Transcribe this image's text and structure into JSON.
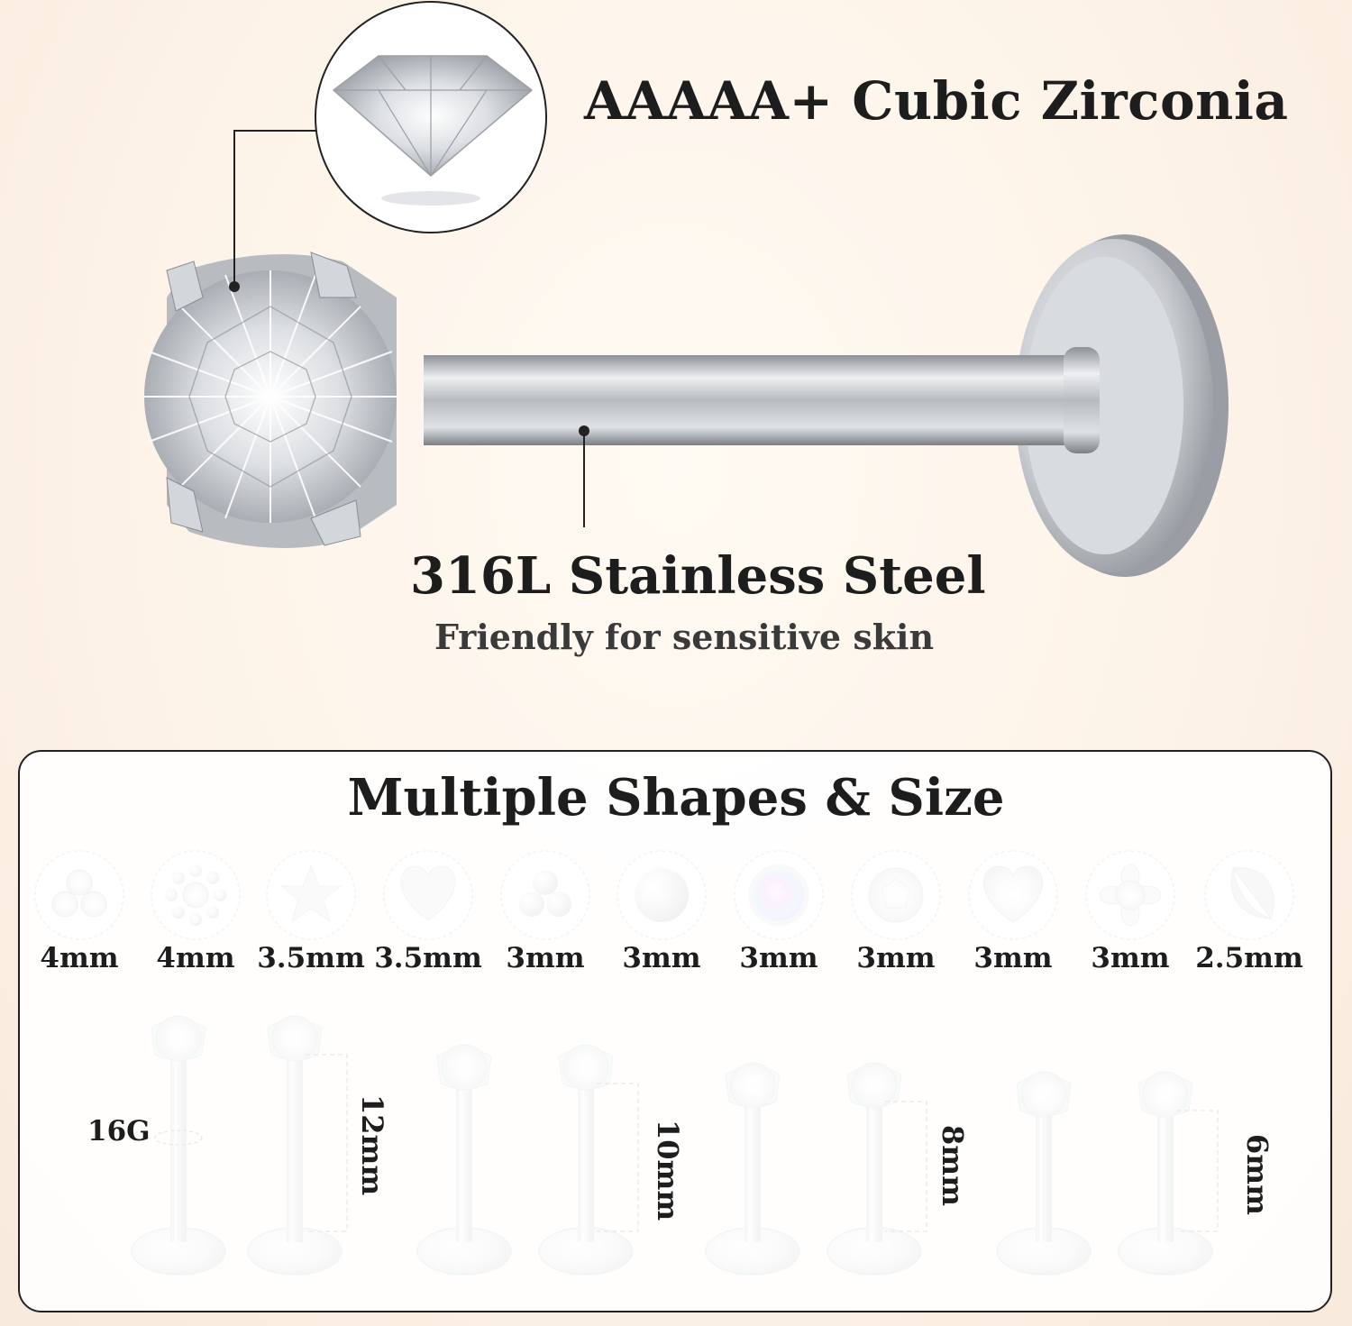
{
  "heading_top": "AAAAA+ Cubic Zirconia",
  "steel_title": "316L Stainless Steel",
  "steel_subtitle": "Friendly for sensitive skin",
  "panel_title": "Multiple Shapes & Size",
  "shapes": [
    {
      "icon": "trio-stone-icon",
      "size": "4mm"
    },
    {
      "icon": "flower-bead-icon",
      "size": "4mm"
    },
    {
      "icon": "star-icon",
      "size": "3.5mm"
    },
    {
      "icon": "heart-icon",
      "size": "3.5mm"
    },
    {
      "icon": "trio-ball-icon",
      "size": "3mm"
    },
    {
      "icon": "ball-icon",
      "size": "3mm"
    },
    {
      "icon": "opal-icon",
      "size": "3mm"
    },
    {
      "icon": "round-zirconia-icon",
      "size": "3mm"
    },
    {
      "icon": "heart-zirconia-icon",
      "size": "3mm"
    },
    {
      "icon": "flower-zirconia-icon",
      "size": "3mm"
    },
    {
      "icon": "moon-icon",
      "size": "2.5mm"
    }
  ],
  "gauge": "16G",
  "lengths": [
    "12mm",
    "10mm",
    "8mm",
    "6mm"
  ],
  "colors": {
    "background": "#fdf3e8",
    "text": "#1d1d1d",
    "steel": "#c9ccd0"
  }
}
